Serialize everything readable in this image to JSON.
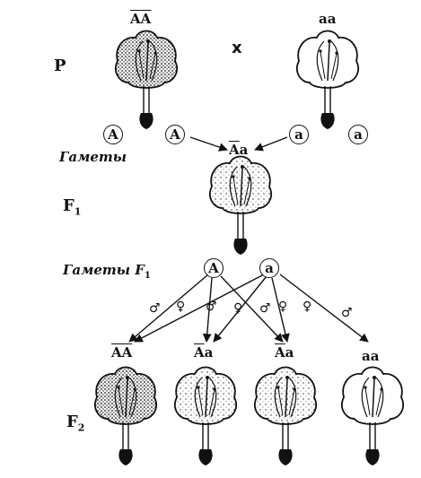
{
  "parents": {
    "generation_label": "P",
    "cross_symbol": "x",
    "dominant": {
      "genotype_first": "A",
      "genotype_second": "A",
      "flower": "dotted-flower-icon"
    },
    "recessive": {
      "genotype": "aa",
      "flower": "white-flower-icon"
    }
  },
  "gametes_label": "Гаметы",
  "gametes_p": [
    "A",
    "A",
    "a",
    "a"
  ],
  "f1": {
    "generation_label": "F",
    "generation_sub": "1",
    "genotype_first": "A",
    "genotype_rest": "a",
    "flower": "light-dotted-flower-icon"
  },
  "gametes_f1": {
    "label": "Гаметы F",
    "label_sub": "1",
    "alleles": [
      "A",
      "a"
    ]
  },
  "sex_symbols": {
    "male": "♂",
    "female": "♀"
  },
  "f2": {
    "generation_label": "F",
    "generation_sub": "2",
    "offspring": [
      {
        "genotype_first": "A",
        "genotype_second": "A",
        "dominant_count": 2,
        "flower": "dotted-flower-icon"
      },
      {
        "genotype_first": "A",
        "genotype_second": "a",
        "dominant_count": 1,
        "flower": "light-dotted-flower-icon"
      },
      {
        "genotype_first": "A",
        "genotype_second": "a",
        "dominant_count": 1,
        "flower": "light-dotted-flower-icon"
      },
      {
        "genotype_first": "a",
        "genotype_second": "a",
        "dominant_count": 0,
        "flower": "white-flower-icon"
      }
    ]
  },
  "colors": {
    "ink": "#111111",
    "paper": "#ffffff"
  }
}
